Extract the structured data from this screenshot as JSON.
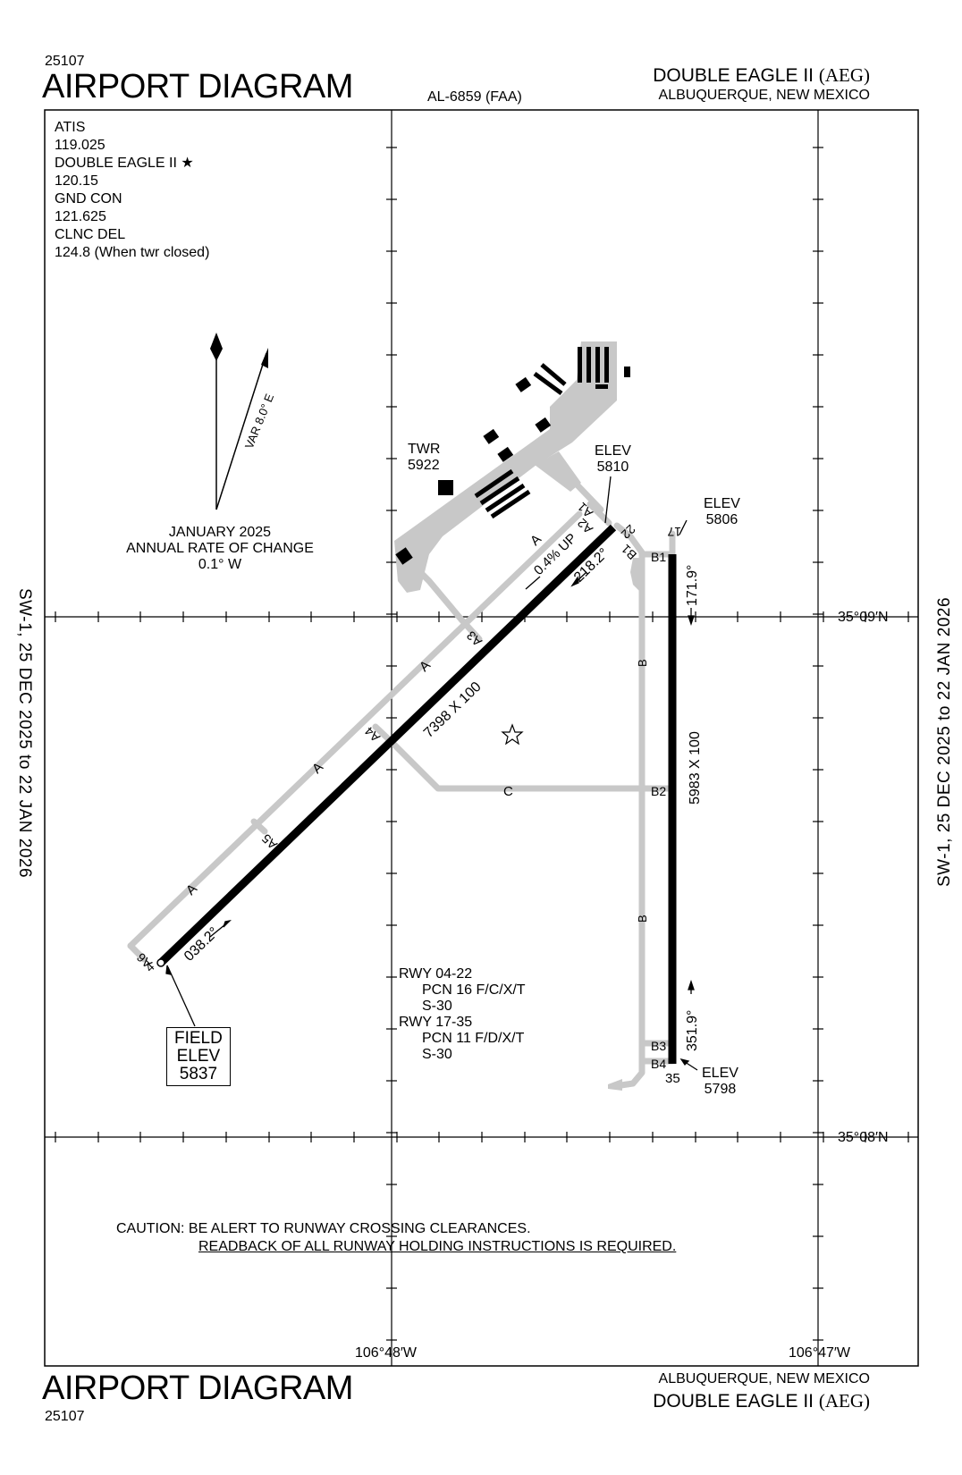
{
  "header": {
    "chart_number": "25107",
    "title": "AIRPORT DIAGRAM",
    "doc_id": "AL-6859 (FAA)",
    "airport_name": "DOUBLE EAGLE II",
    "airport_code": "(AEG)",
    "location": "ALBUQUERQUE,  NEW MEXICO"
  },
  "footer": {
    "chart_number": "25107",
    "title": "AIRPORT DIAGRAM",
    "airport_name": "DOUBLE EAGLE II",
    "airport_code": "(AEG)",
    "location": "ALBUQUERQUE,  NEW MEXICO"
  },
  "side_text": {
    "left": "SW-1,  25 DEC 2025  to  22 JAN 2026",
    "right": "SW-1,  25 DEC 2025  to  22 JAN 2026"
  },
  "frequencies": [
    "ATIS",
    "119.025",
    "DOUBLE EAGLE II ★",
    "120.15",
    "GND CON",
    "121.625",
    "CLNC DEL",
    "124.8 (When twr closed)"
  ],
  "variation": {
    "label": "VAR 8.0° E",
    "date": "JANUARY 2025",
    "rate_label": "ANNUAL RATE OF CHANGE",
    "rate": "0.1° W"
  },
  "coordinates": {
    "lat_north": "35°09′N",
    "lat_south": "35°08′N",
    "lon_west": "106°48′W",
    "lon_east": "106°47′W"
  },
  "tower": {
    "label": "TWR",
    "elev": "5922"
  },
  "elevations": {
    "rwy22_label": "ELEV",
    "rwy22_value": "5810",
    "rwy17_label": "ELEV",
    "rwy17_value": "5806",
    "rwy35_label": "ELEV",
    "rwy35_value": "5798",
    "field_line1": "FIELD",
    "field_line2": "ELEV",
    "field_value": "5837"
  },
  "runways": {
    "r04_22_dims": "7398 X 100",
    "r17_35_dims": "5983 X 100",
    "end_4": "4",
    "end_22": "22",
    "end_17": "17",
    "end_35": "35",
    "hdg_038": "038.2°",
    "hdg_218": "218.2°",
    "hdg_171": "171.9°",
    "hdg_351": "351.9°",
    "slope": "0.4% UP"
  },
  "taxiways": {
    "A": "A",
    "A1": "A1",
    "A2": "A2",
    "A3": "A3",
    "A4": "A4",
    "A5": "A5",
    "A6": "A6",
    "B": "B",
    "B1": "B1",
    "B2": "B2",
    "B3": "B3",
    "B4": "B4",
    "C": "C"
  },
  "rwy_info": [
    "RWY 04-22",
    "PCN 16 F/C/X/T",
    "S-30",
    "RWY 17-35",
    "PCN 11 F/D/X/T",
    "S-30"
  ],
  "caution": {
    "line1": "CAUTION: BE ALERT TO RUNWAY CROSSING CLEARANCES.",
    "line2": "READBACK OF ALL RUNWAY HOLDING INSTRUCTIONS IS REQUIRED."
  },
  "colors": {
    "taxiway": "#c8c8c8",
    "runway": "#000000"
  }
}
